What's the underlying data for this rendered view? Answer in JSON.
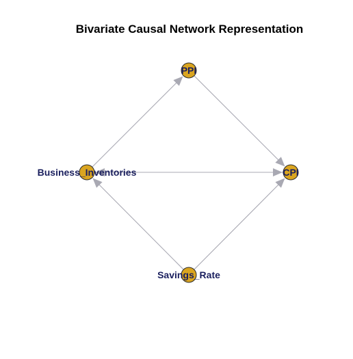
{
  "title": "Bivariate Causal Network Representation",
  "colors": {
    "node_fill": "#DAA520",
    "node_stroke": "#2b2b2b",
    "edge": "#a9a9b3",
    "label": "#1a1f5e"
  },
  "nodes": [
    {
      "id": "PPI",
      "label": "PPI"
    },
    {
      "id": "Business_Inventories",
      "label": "Business_Inventories"
    },
    {
      "id": "CPI",
      "label": "CPI"
    },
    {
      "id": "Savings_Rate",
      "label": "Savings_Rate"
    }
  ],
  "edges": [
    {
      "from": "Business_Inventories",
      "to": "PPI"
    },
    {
      "from": "PPI",
      "to": "CPI"
    },
    {
      "from": "Business_Inventories",
      "to": "CPI"
    },
    {
      "from": "CPI",
      "to": "Business_Inventories"
    },
    {
      "from": "Savings_Rate",
      "to": "Business_Inventories"
    },
    {
      "from": "Savings_Rate",
      "to": "CPI"
    }
  ]
}
